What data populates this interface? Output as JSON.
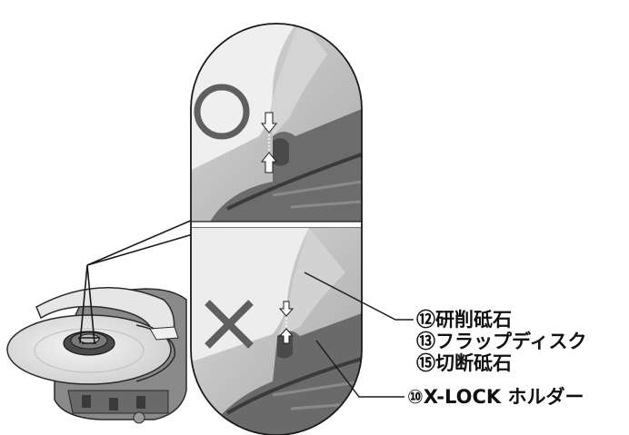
{
  "callouts": {
    "grinding_wheel": "⑫研削砥石",
    "flap_disc": "⑬フラップディスク",
    "cutting_wheel": "⑮切断砥石",
    "holder": "⑩X-LOCK ホルダー"
  },
  "panels": {
    "top": {
      "symbol": "correct-mark",
      "meaning": ""
    },
    "bottom": {
      "symbol": "incorrect-mark",
      "meaning": ""
    }
  },
  "colors": {
    "panel_bg": "#c8c8c8",
    "machine_dark": "#5a5a5a",
    "outline": "#1a1a1a",
    "mark": "#5f5f5f"
  }
}
